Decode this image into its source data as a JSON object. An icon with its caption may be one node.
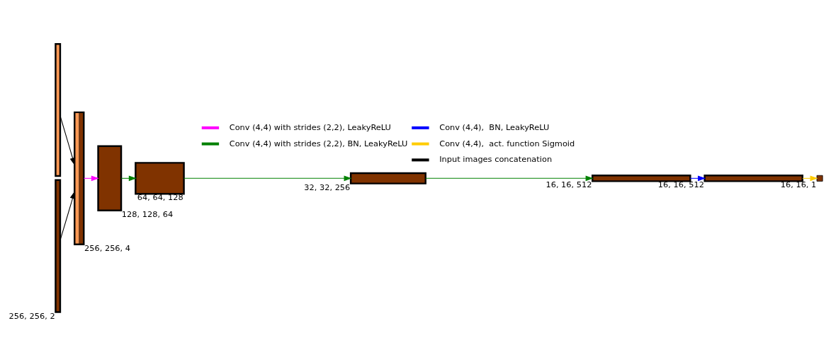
{
  "diagram": {
    "nodes": [
      {
        "text": [],
        "shape": "bar"
      },
      {
        "text": [],
        "shape": "bar",
        "beside": [
          "256, 256, 2"
        ]
      },
      {
        "text": [],
        "shape": "bar",
        "beside": [
          "256, 256, 4"
        ]
      },
      {
        "text": [],
        "shape": "bar",
        "beside": [
          "128, 128, 64"
        ]
      },
      {
        "text": [],
        "shape": "bar",
        "beside": [
          "64, 64, 128"
        ]
      },
      {
        "text": [],
        "shape": "bar",
        "beside": [
          "32, 32, 256"
        ]
      },
      {
        "text": [],
        "shape": "bar",
        "beside": [
          "16, 16, 512"
        ]
      },
      {
        "text": [],
        "shape": "bar",
        "beside": [
          "16, 16, 512"
        ]
      },
      {
        "text": [],
        "shape": "bar",
        "beside": [
          "16, 16, 1"
        ]
      }
    ],
    "edges": [
      {
        "from": 0,
        "to": 2,
        "arrow": "to",
        "color": "#000000"
      },
      {
        "from": 1,
        "to": 2,
        "arrow": "to",
        "color": "#000000"
      },
      {
        "from": 2,
        "to": 3,
        "arrow": "to",
        "color": "#ff00ff"
      },
      {
        "from": 3,
        "to": 4,
        "arrow": "to"
      },
      {
        "from": 4,
        "to": 5,
        "arrow": "to"
      },
      {
        "from": 5,
        "to": 6,
        "arrow": "to"
      },
      {
        "from": 6,
        "to": 7,
        "arrow": "to",
        "color": "#0000ff"
      },
      {
        "from": 7,
        "to": 8,
        "arrow": "to",
        "color": "#ffcc00"
      }
    ],
    "legend": [
      {
        "text": "Conv (4,4) with strides (2,2), LeakyReLU",
        "color": "#ff00ff"
      },
      {
        "text": "Conv (4,4) with strides (2,2), BN, LeakyReLU",
        "color": "#008000"
      },
      {
        "text": "Conv (4,4),  BN, LeakyReLU",
        "color": "#0000ff"
      },
      {
        "text": "Conv (4,4),  act. function Sigmoid",
        "color": "#ffcc00"
      },
      {
        "text": "Input images concatenation",
        "color": "#000000"
      }
    ]
  }
}
